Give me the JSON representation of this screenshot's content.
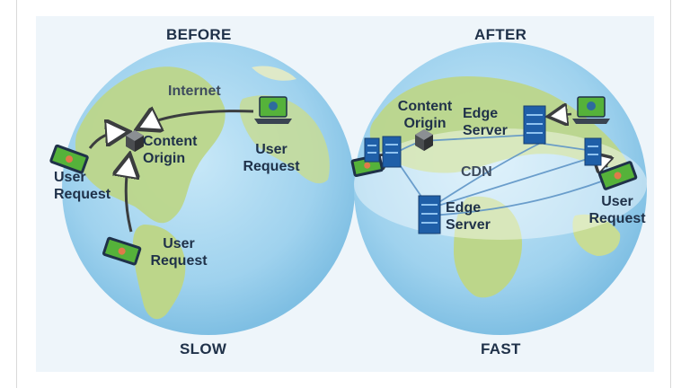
{
  "left": {
    "heading": "BEFORE",
    "footer": "SLOW",
    "internet_label": "Internet",
    "content_origin": [
      "Content",
      "Origin"
    ],
    "user_request_laptop": [
      "User",
      "Request"
    ],
    "user_request_phone_left": [
      "User",
      "Request"
    ],
    "user_request_phone_bottom": [
      "User",
      "Request"
    ]
  },
  "right": {
    "heading": "AFTER",
    "footer": "FAST",
    "content_origin": [
      "Content",
      "Origin"
    ],
    "edge_server_top": [
      "Edge",
      "Server"
    ],
    "edge_server_bottom": [
      "Edge",
      "Server"
    ],
    "cdn_label": "CDN",
    "user_request": [
      "User",
      "Request"
    ]
  },
  "colors": {
    "ocean": "#9fd2ee",
    "land": "#bcd68a",
    "server_blue": "#1f5fa8",
    "arrow_dark": "#3b3d3f",
    "text_dark": "#1f3149",
    "device_green": "#55b23a"
  },
  "icons": [
    "laptop-icon",
    "phone-icon",
    "server-rack-icon",
    "origin-cube-icon"
  ]
}
